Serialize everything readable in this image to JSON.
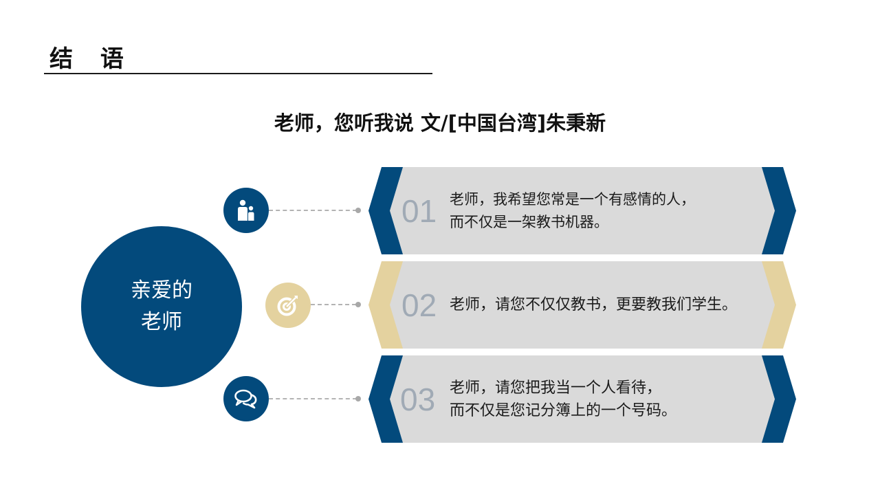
{
  "header": {
    "section_title": "结 语"
  },
  "poem": {
    "title": "老师，您听我说  文/[中国台湾]朱秉新"
  },
  "hub": {
    "line1": "亲爱的",
    "line2": "老师"
  },
  "colors": {
    "navy": "#034a7c",
    "gold": "#e4d29f",
    "card_gray": "#dadada",
    "number_gray": "#a0aab5",
    "connector_gray": "#b3b3b3"
  },
  "items": [
    {
      "number": "01",
      "icon": "people-icon",
      "accent": "navy",
      "line1": "老师，我希望您常是一个有感情的人，",
      "line2": "而不仅是一架教书机器。"
    },
    {
      "number": "02",
      "icon": "target-icon",
      "accent": "gold",
      "line1": "老师，请您不仅仅教书，更要教我们学生。",
      "line2": ""
    },
    {
      "number": "03",
      "icon": "chat-bubbles-icon",
      "accent": "navy",
      "line1": "老师，请您把我当一个人看待，",
      "line2": "而不仅是您记分簿上的一个号码。"
    }
  ]
}
